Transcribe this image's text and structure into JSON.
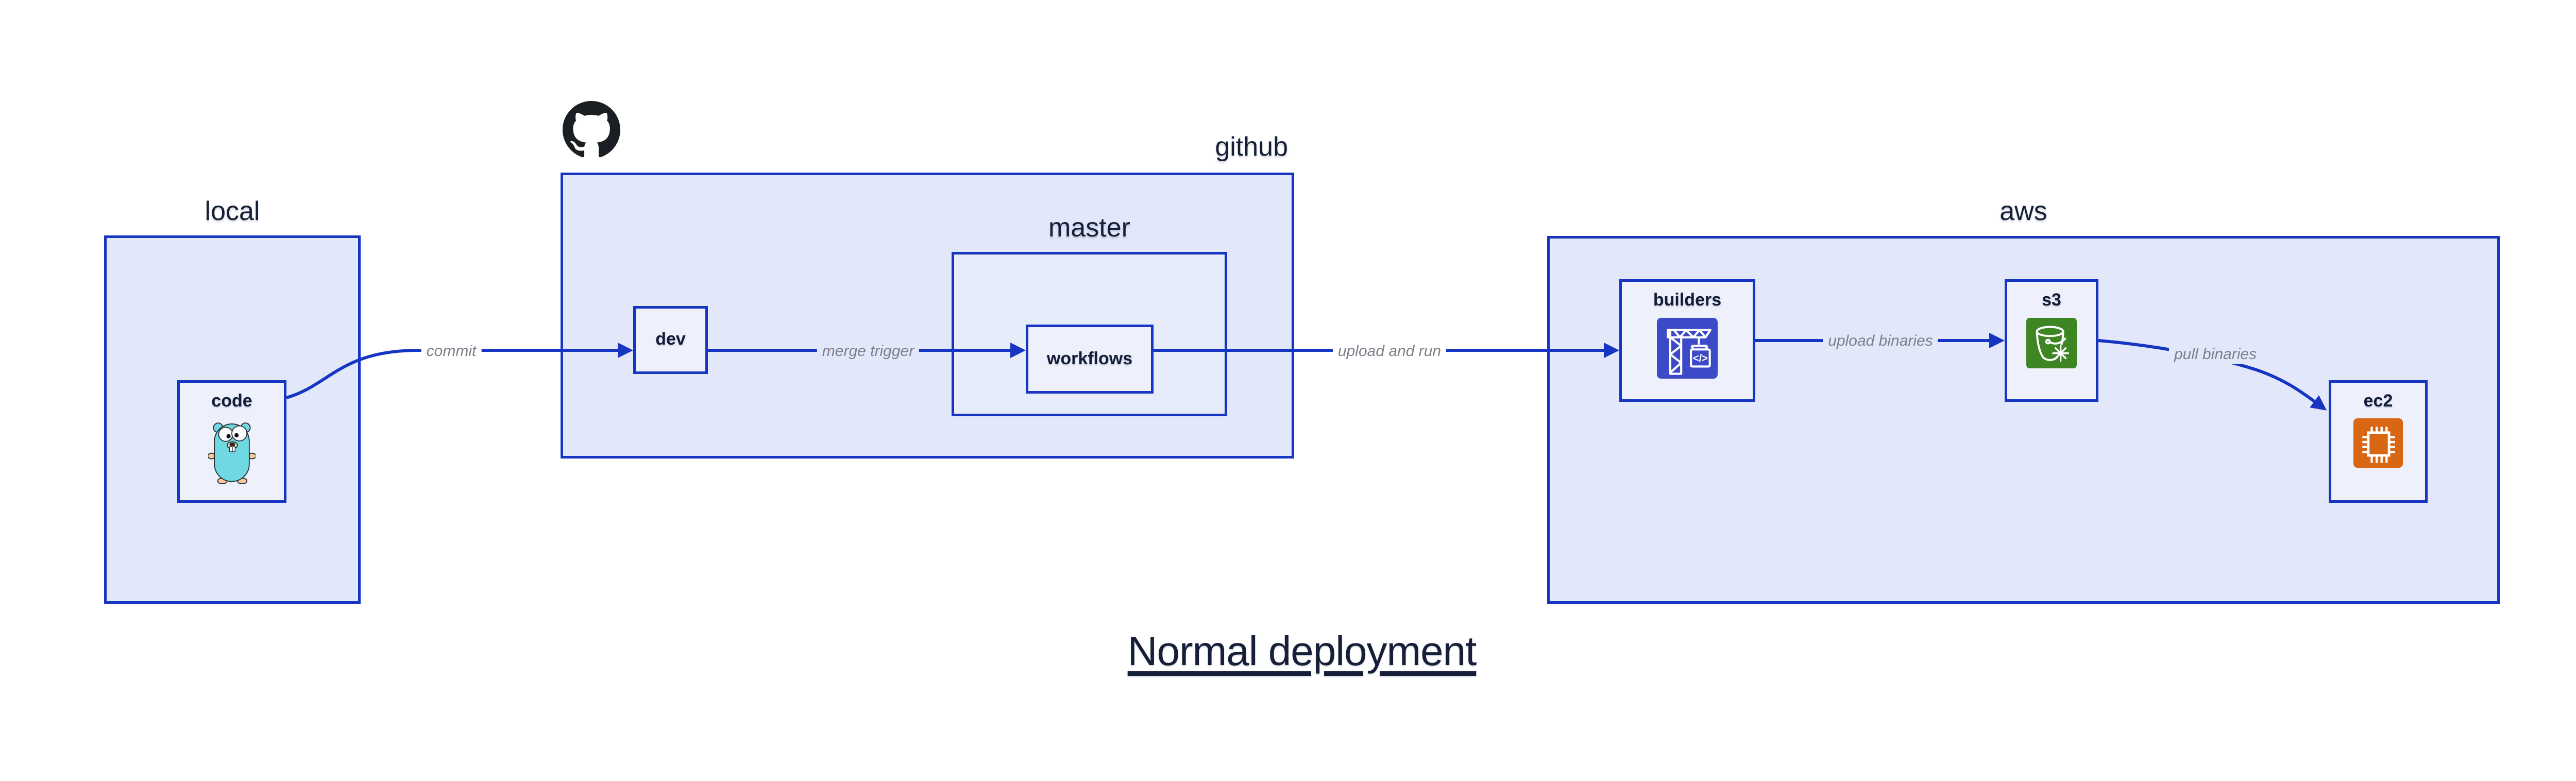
{
  "title": "Normal deployment",
  "groups": {
    "local": {
      "label": "local"
    },
    "github": {
      "label": "github"
    },
    "master": {
      "label": "master"
    },
    "aws": {
      "label": "aws"
    }
  },
  "nodes": {
    "code": {
      "label": "code",
      "icon": "go-gopher-icon"
    },
    "dev": {
      "label": "dev"
    },
    "workflows": {
      "label": "workflows"
    },
    "builders": {
      "label": "builders",
      "icon": "codebuild-crane-icon"
    },
    "s3": {
      "label": "s3",
      "icon": "s3-glacier-bucket-icon"
    },
    "ec2": {
      "label": "ec2",
      "icon": "ec2-chip-icon"
    }
  },
  "edges": [
    {
      "from": "code",
      "to": "dev",
      "label": "commit"
    },
    {
      "from": "dev",
      "to": "workflows",
      "label": "merge trigger"
    },
    {
      "from": "workflows",
      "to": "builders",
      "label": "upload and run"
    },
    {
      "from": "builders",
      "to": "s3",
      "label": "upload binaries"
    },
    {
      "from": "s3",
      "to": "ec2",
      "label": "pull binaries"
    }
  ],
  "icons": {
    "github_logo": "github-octocat-icon"
  },
  "colors": {
    "border_blue": "#1535c2",
    "container_fill": "#e2e8f9",
    "node_fill": "#eef1fc",
    "edge_label_gray": "#7b8089",
    "text_navy": "#161f38",
    "codebuild_indigo": "#3c4ac8",
    "s3_green": "#3e8624",
    "ec2_orange": "#d86613",
    "gopher_teal": "#6fd8e2",
    "octocat_black": "#1b1f24"
  }
}
